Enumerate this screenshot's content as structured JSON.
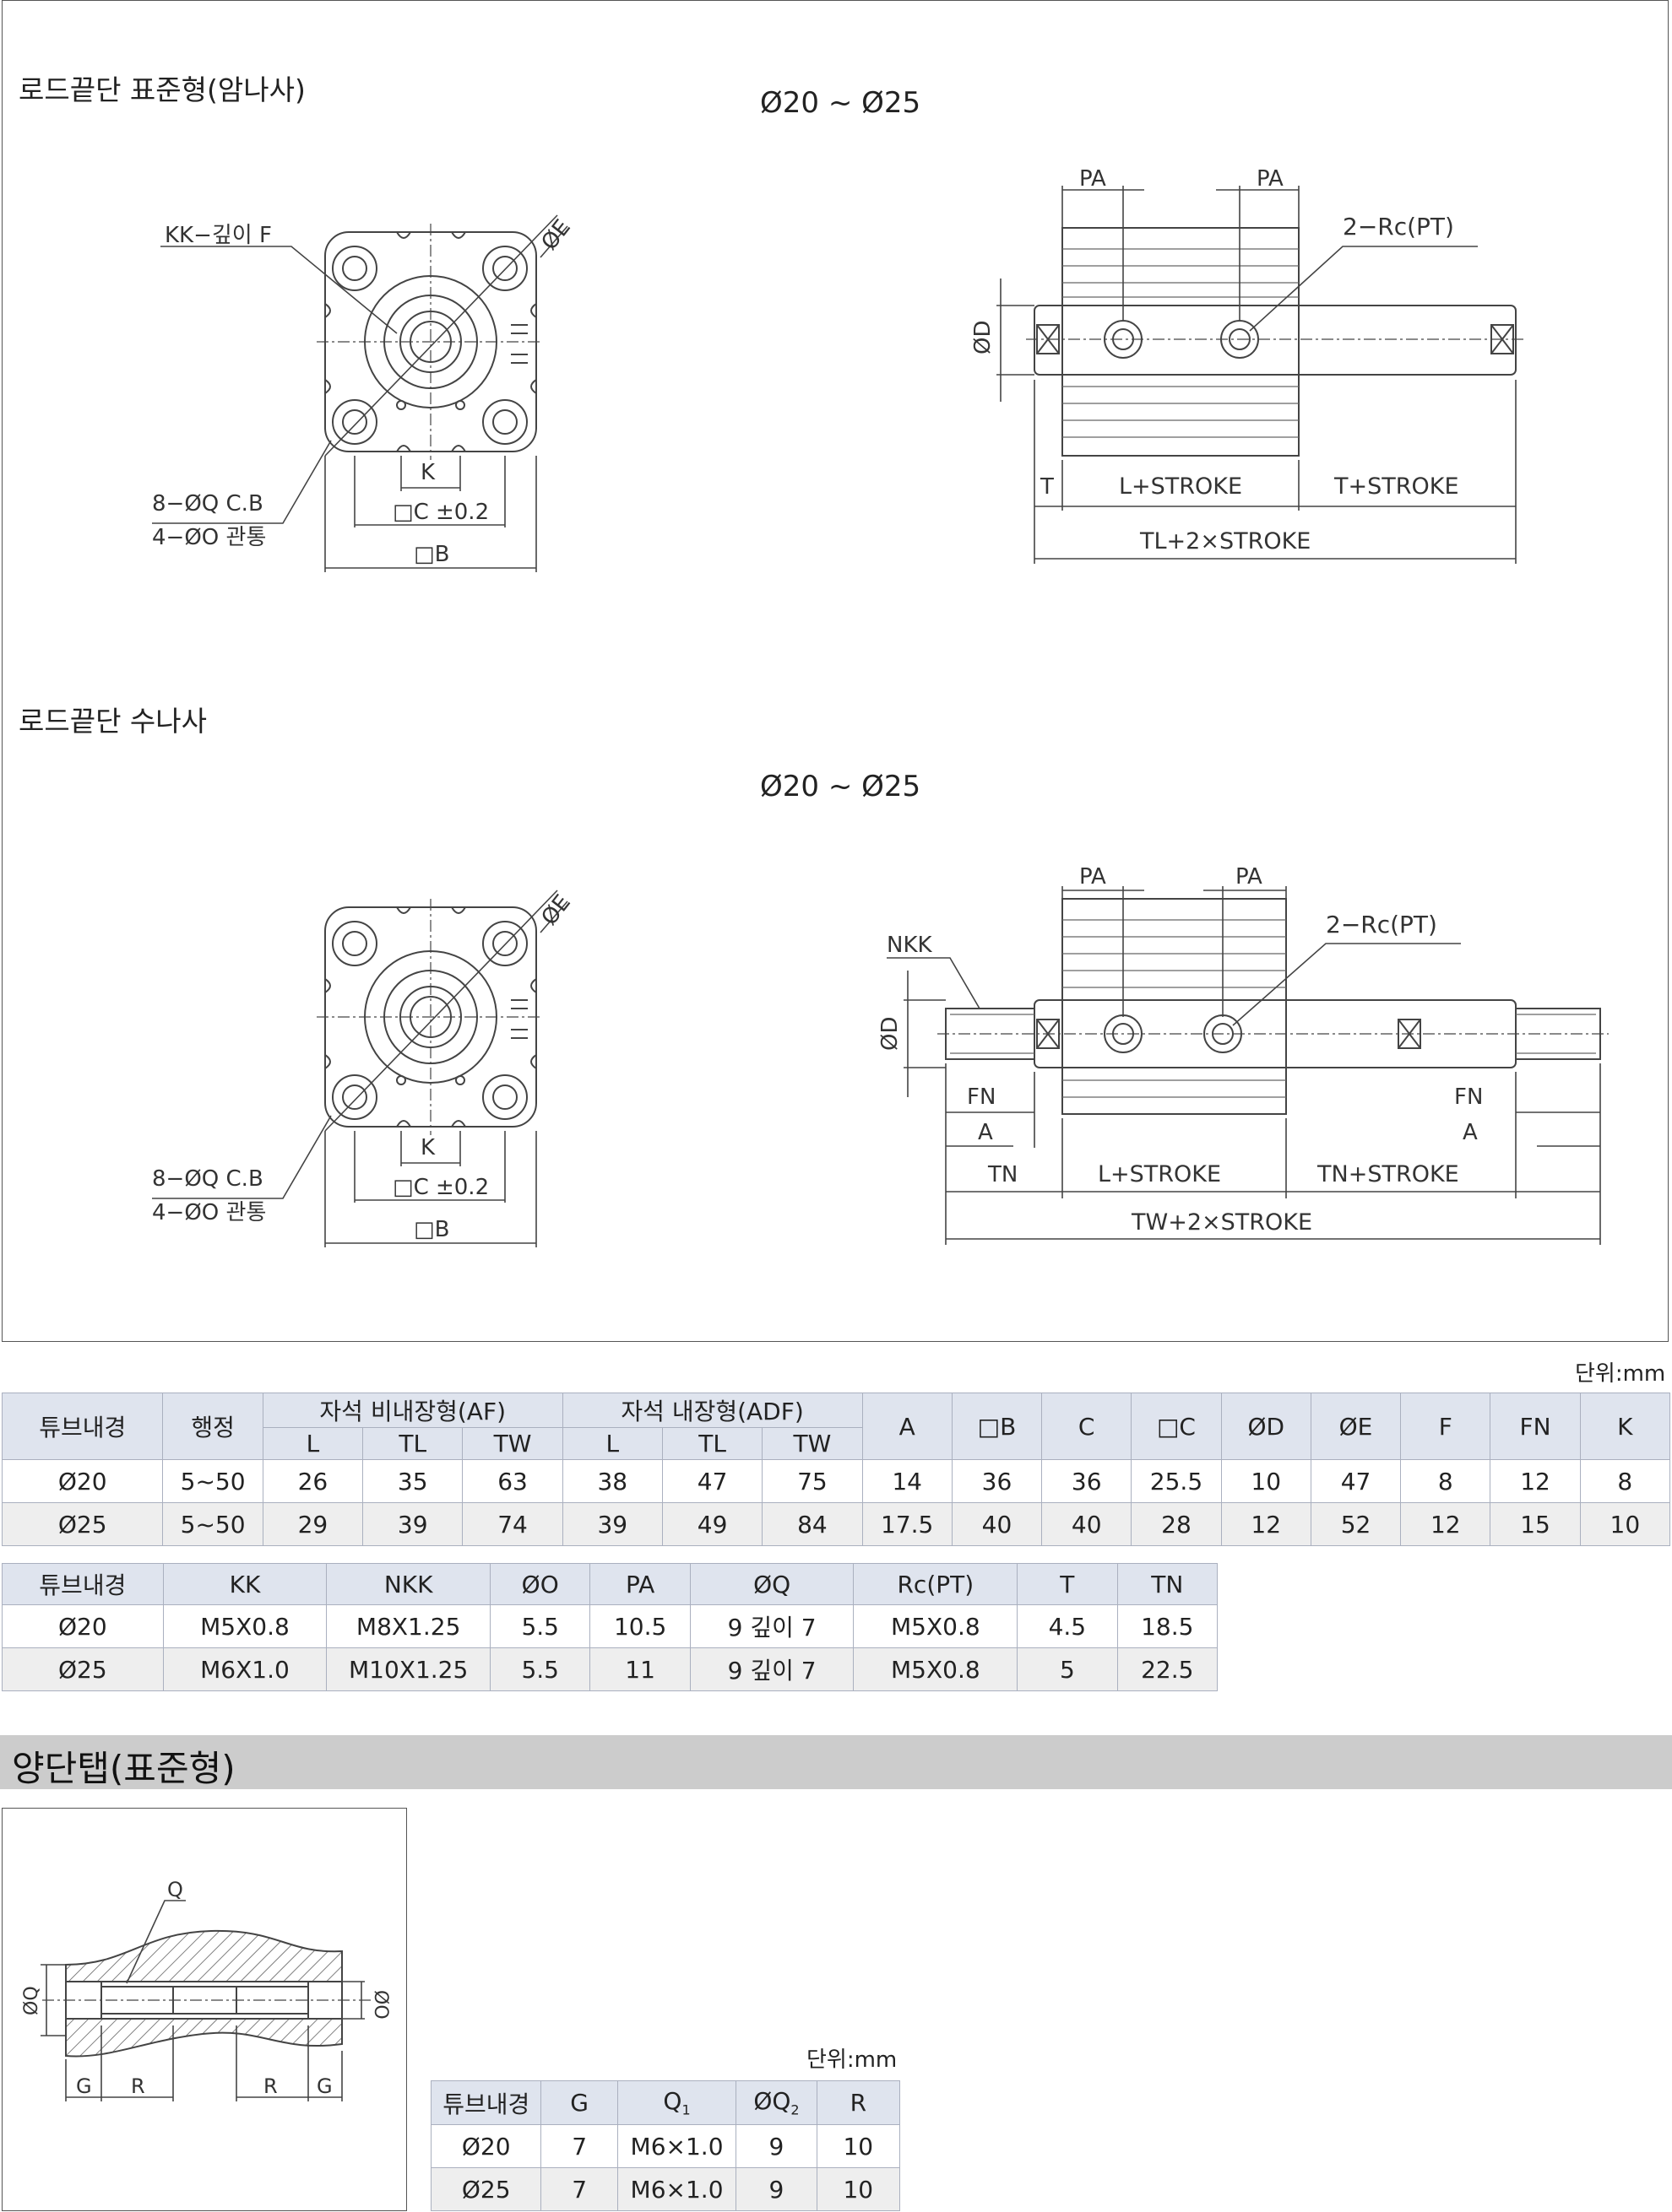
{
  "drawing": {
    "section1_title": "로드끝단 표준형(암나사)",
    "section1_size": "Ø20 ~ Ø25",
    "section2_title": "로드끝단 수나사",
    "section2_size": "Ø20 ~ Ø25",
    "labels": {
      "kk_depth": "KK−깊이 F",
      "phi_e": "ØE",
      "cb_q": "8−ØQ C.B",
      "thru_o": "4−ØO 관통",
      "k": "K",
      "c_tol": "□C ±0.2",
      "b": "□B",
      "pa": "PA",
      "rc_pt": "2−Rc(PT)",
      "phi_d": "ØD",
      "t": "T",
      "l_stroke": "L+STROKE",
      "t_stroke": "T+STROKE",
      "tl_stroke": "TL+2×STROKE",
      "nkk": "NKK",
      "fn": "FN",
      "a": "A",
      "tn": "TN",
      "tn_stroke": "TN+STROKE",
      "tw_stroke": "TW+2×STROKE"
    }
  },
  "unit_label": "단위:mm",
  "table1": {
    "h_tube": "튜브내경",
    "h_stroke": "행정",
    "h_af": "자석 비내장형(AF)",
    "h_adf": "자석 내장형(ADF)",
    "sub": [
      "L",
      "TL",
      "TW",
      "L",
      "TL",
      "TW"
    ],
    "cols": [
      "A",
      "□B",
      "C",
      "□C",
      "ØD",
      "ØE",
      "F",
      "FN",
      "K"
    ],
    "rows": [
      [
        "Ø20",
        "5~50",
        "26",
        "35",
        "63",
        "38",
        "47",
        "75",
        "14",
        "36",
        "36",
        "25.5",
        "10",
        "47",
        "8",
        "12",
        "8"
      ],
      [
        "Ø25",
        "5~50",
        "29",
        "39",
        "74",
        "39",
        "49",
        "84",
        "17.5",
        "40",
        "40",
        "28",
        "12",
        "52",
        "12",
        "15",
        "10"
      ]
    ]
  },
  "table2": {
    "headers": [
      "튜브내경",
      "KK",
      "NKK",
      "ØO",
      "PA",
      "ØQ",
      "Rc(PT)",
      "T",
      "TN"
    ],
    "rows": [
      [
        "Ø20",
        "M5X0.8",
        "M8X1.25",
        "5.5",
        "10.5",
        "9 깊이 7",
        "M5X0.8",
        "4.5",
        "18.5"
      ],
      [
        "Ø25",
        "M6X1.0",
        "M10X1.25",
        "5.5",
        "11",
        "9 깊이 7",
        "M5X0.8",
        "5",
        "22.5"
      ]
    ]
  },
  "section3": {
    "title": "양단탭(표준형)",
    "labels": {
      "q": "Q",
      "phi_q": "ØQ",
      "phi_o": "ØO",
      "g": "G",
      "r": "R"
    },
    "unit_label": "단위:mm",
    "headers": [
      "튜브내경",
      "G",
      "Q",
      "1",
      "ØQ",
      "2",
      "R"
    ],
    "rows": [
      [
        "Ø20",
        "7",
        "M6×1.0",
        "9",
        "10"
      ],
      [
        "Ø25",
        "7",
        "M6×1.0",
        "9",
        "10"
      ]
    ]
  },
  "colors": {
    "header_bg": "#dfe4ee",
    "alt_row": "#eeeeee",
    "section_bar": "#cccccc",
    "line": "#444444"
  }
}
